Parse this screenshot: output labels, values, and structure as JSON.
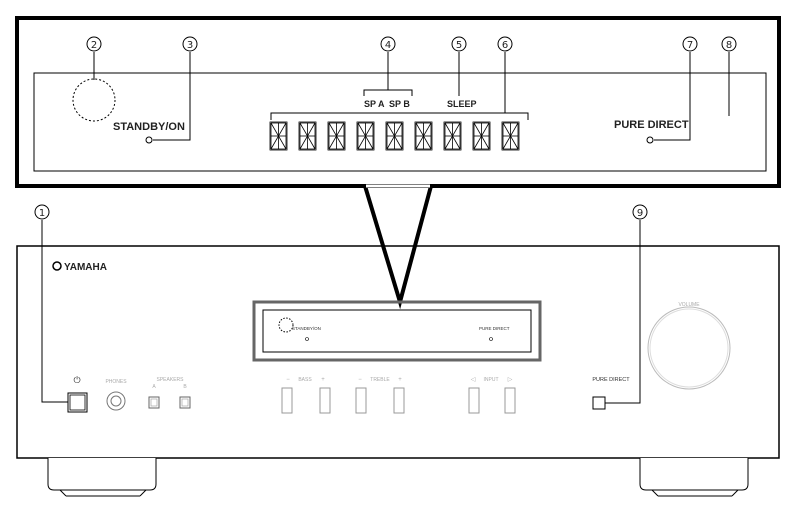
{
  "display_panel": {
    "standby_label": "STANDBY/ON",
    "spa_label": "SP A",
    "spb_label": "SP B",
    "sleep_label": "SLEEP",
    "pure_direct_label": "PURE DIRECT"
  },
  "callouts": [
    "1",
    "2",
    "3",
    "4",
    "5",
    "6",
    "7",
    "8",
    "9"
  ],
  "front": {
    "brand": "YAMAHA",
    "mini_standby": "STANDBY/ON",
    "mini_pure_direct": "PURE DIRECT",
    "phones": "PHONES",
    "speakers": "SPEAKERS",
    "spk_a": "A",
    "spk_b": "B",
    "bass": "BASS",
    "treble": "TREBLE",
    "input": "INPUT",
    "pure_direct": "PURE DIRECT",
    "volume": "VOLUME",
    "minus": "−",
    "plus": "+",
    "left_arrow": "◁",
    "right_arrow": "▷"
  },
  "icons": {
    "power": "power-icon"
  }
}
